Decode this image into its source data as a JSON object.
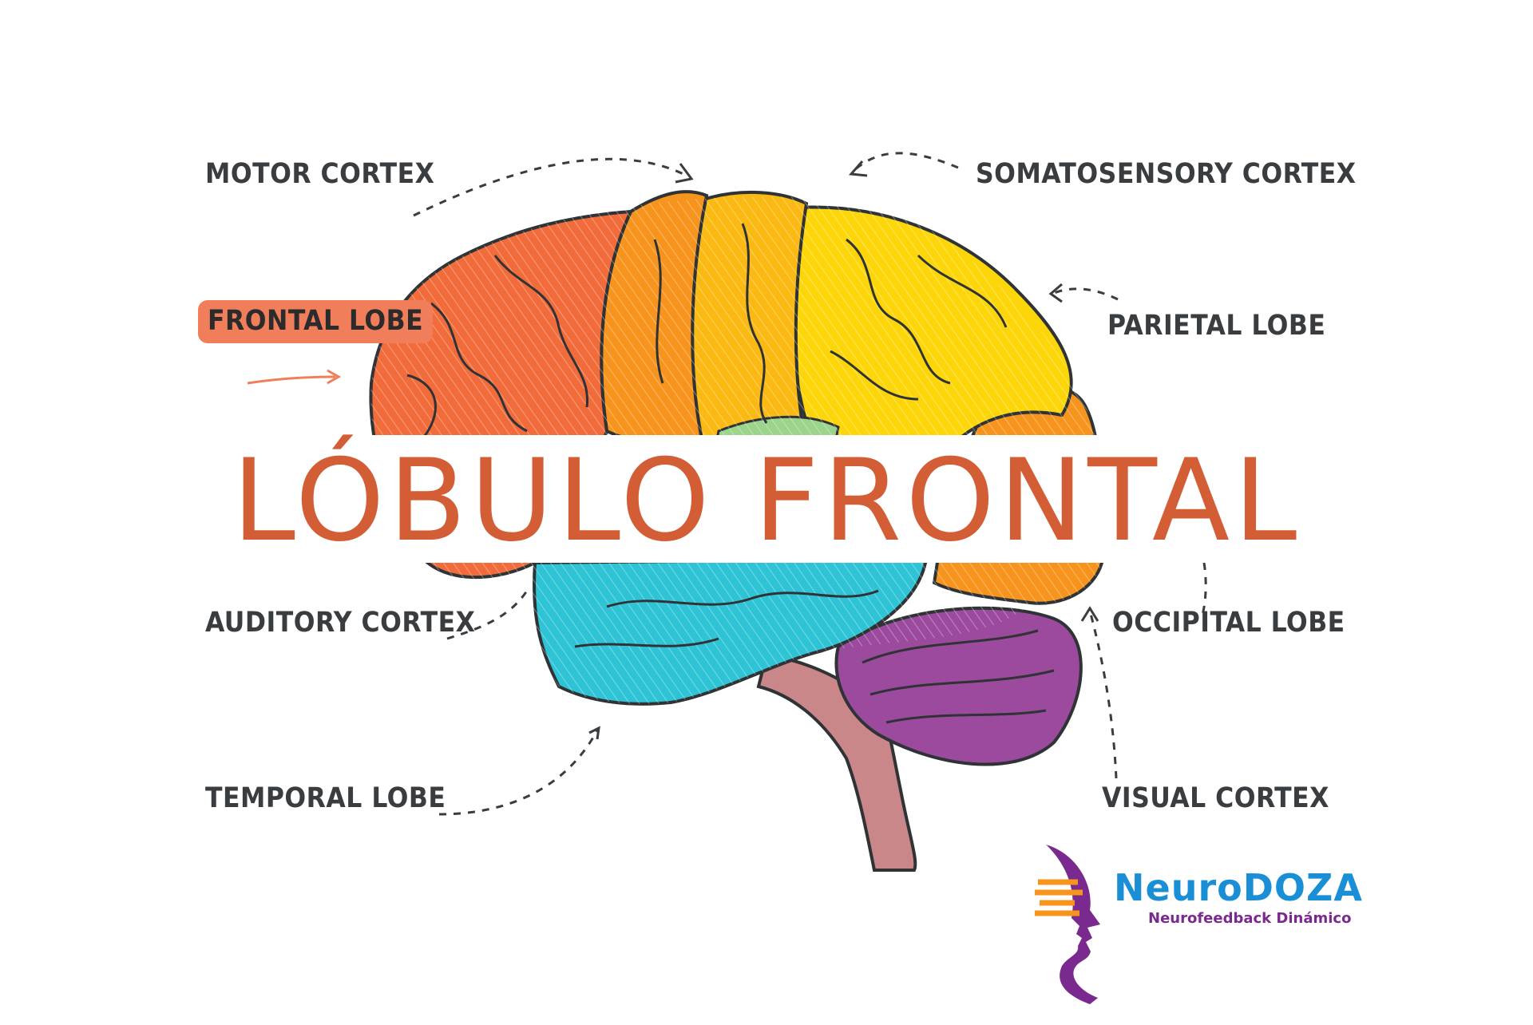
{
  "diagram": {
    "labels": {
      "motor_cortex": "MOTOR CORTEX",
      "somatosensory_cortex": "SOMATOSENSORY CORTEX",
      "frontal_lobe": "FRONTAL LOBE",
      "parietal_lobe": "PARIETAL LOBE",
      "auditory_cortex": "AUDITORY CORTEX",
      "occipital_lobe": "OCCIPITAL LOBE",
      "temporal_lobe": "TEMPORAL LOBE",
      "visual_cortex": "VISUAL CORTEX"
    },
    "highlighted_label": "frontal_lobe",
    "region_colors": {
      "frontal": "#f26b3a",
      "motor": "#f7941d",
      "somatosensory": "#fbb913",
      "parietal": "#fdd60a",
      "occipital": "#f7941d",
      "temporal": "#2ec4d6",
      "cerebellum": "#9b4a9e",
      "brainstem": "#c9878a",
      "insula": "#9bd48a"
    }
  },
  "banner": {
    "title": "LÓBULO FRONTAL",
    "color": "#d35d35"
  },
  "logo": {
    "name": "NeuroDOZA",
    "tagline": "Neurofeedback Dinámico",
    "name_color": "#1a8fd6",
    "tagline_color": "#7a2a8e",
    "accent_color": "#f7941d"
  }
}
